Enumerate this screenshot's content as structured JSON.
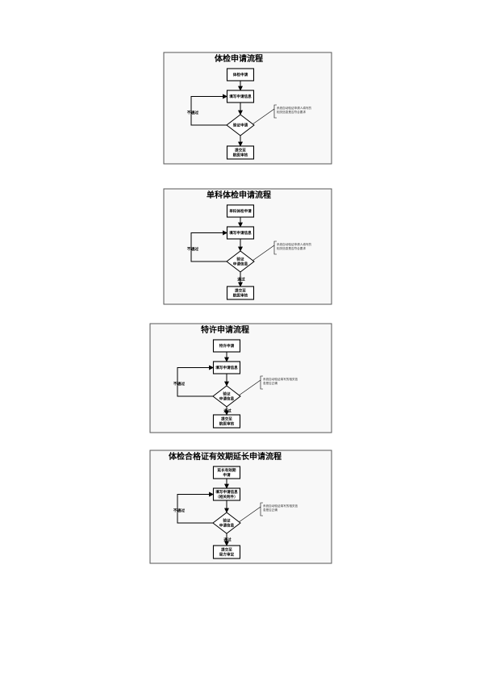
{
  "flows": [
    {
      "title": "体检申请流程",
      "step1": [
        "体检申请"
      ],
      "step2": [
        "填写申请信息"
      ],
      "decision": [
        "验证申请"
      ],
      "step3": [
        "提交至",
        "航医审核"
      ],
      "reject_label": "不通过",
      "pass_label": "",
      "note": [
        "系统自动验证申请人填写的",
        "相关信息是否符合要求"
      ]
    },
    {
      "title": "单科体检申请流程",
      "step1": [
        "单科体检申请"
      ],
      "step2": [
        "填写申请信息"
      ],
      "decision": [
        "验证",
        "申请信息"
      ],
      "step3": [
        "提交至",
        "航医审核"
      ],
      "reject_label": "不通过",
      "pass_label": "通过",
      "note": [
        "系统自动验证申请人填写的",
        "相关信息是否符合要求"
      ]
    },
    {
      "title": "特许申请流程",
      "step1": [
        "特许申请"
      ],
      "step2": [
        "填写申请信息"
      ],
      "decision": [
        "验证",
        "申请信息"
      ],
      "step3": [
        "提交至",
        "航医审核"
      ],
      "reject_label": "不通过",
      "pass_label": "通过",
      "note": [
        "系统自动验证填写的相关信",
        "息是否正确"
      ]
    },
    {
      "title": "体检合格证有效期延长申请流程",
      "step1": [
        "延长有效期",
        "申请"
      ],
      "step2": [
        "填写申请信息",
        "（相关附件）"
      ],
      "decision": [
        "验证",
        "申请信息"
      ],
      "step3": [
        "提交至",
        "局方审定"
      ],
      "reject_label": "不通过",
      "pass_label": "通过",
      "note": [
        "系统自动验证填写的相关信",
        "息是否正确"
      ]
    }
  ]
}
